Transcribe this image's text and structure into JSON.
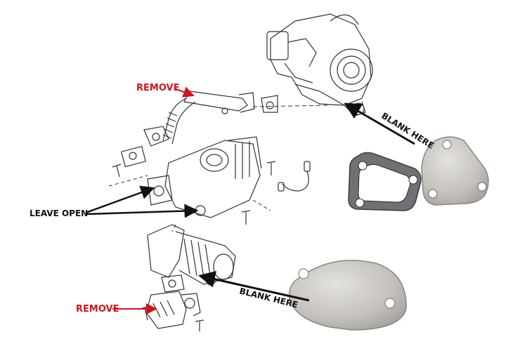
{
  "callouts": {
    "remove_top": "REMOVE",
    "remove_bottom": "REMOVE",
    "leave_open": "LEAVE OPEN",
    "blank_here_top": "BLANK HERE",
    "blank_here_bottom": "BLANK HERE"
  },
  "colors": {
    "remove": "#d0141a",
    "label": "#111111",
    "line": "#333333",
    "gasket": "#6f7174",
    "plate": "#c9c6c1"
  }
}
